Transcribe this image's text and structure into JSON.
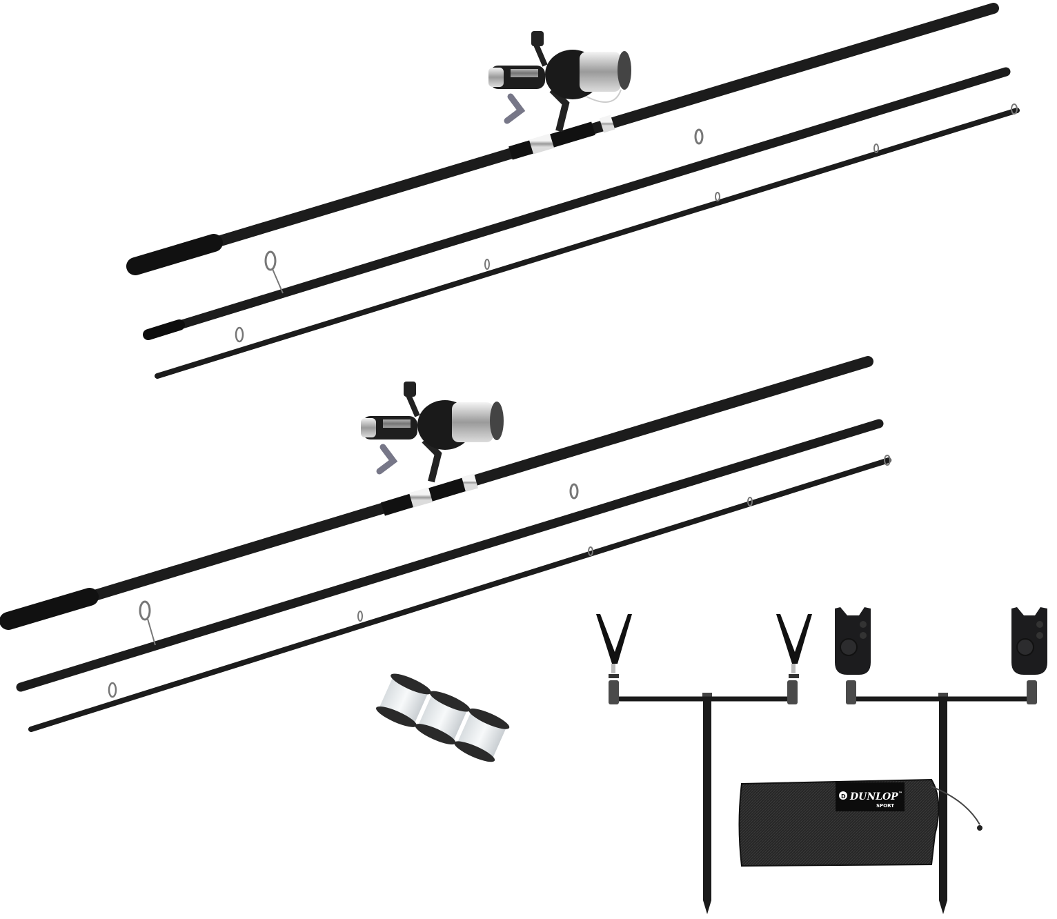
{
  "image": {
    "subject": "Fishing rod and reel set",
    "background": "#ffffff"
  },
  "product": {
    "brand": "DUNLOP",
    "brand_trademark": "™",
    "brand_sub": "SPORT",
    "items": [
      {
        "name": "Rod set 1",
        "pieces": 3,
        "with_reel": true
      },
      {
        "name": "Rod set 2",
        "pieces": 3,
        "with_reel": true
      },
      {
        "name": "Line spools",
        "count": 3
      },
      {
        "name": "Rod rest buzz bar with V rests",
        "count": 2
      },
      {
        "name": "Buzz bar with bite alarms",
        "count": 2
      },
      {
        "name": "Carry bag",
        "count": 1
      }
    ]
  },
  "colors": {
    "rod": "#1c1c1c",
    "rod_highlight": "#3a3a3a",
    "chrome": "#c8c8c8",
    "spool_line": "#e8ecef",
    "bag": "#2a2a2a"
  }
}
